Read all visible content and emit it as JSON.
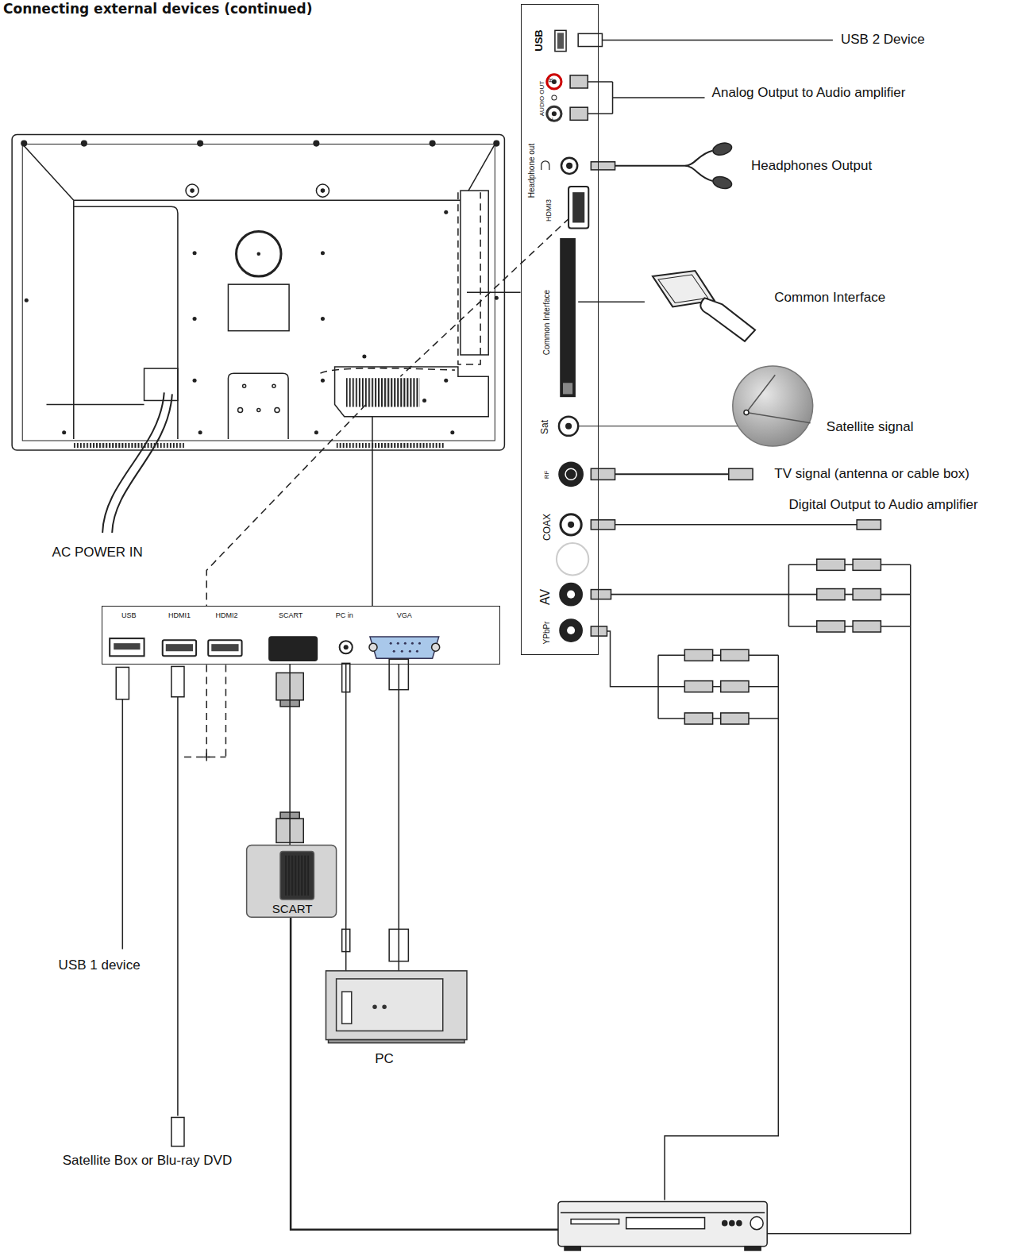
{
  "diagram": {
    "title": "Connecting external devices (continued)",
    "nodes": [
      {
        "text": [
          "USB",
          "R",
          "L",
          "AUDIO OUT",
          "Headphone out",
          "HDMI3",
          "Common Interface",
          "Sat",
          "RF",
          "COAX",
          "AV",
          "YPbPr"
        ]
      },
      {
        "text": [
          "USB",
          "HDMI1",
          "HDMI2",
          "SCART",
          "PC in",
          "VGA"
        ]
      },
      {
        "text": [
          "SCART"
        ]
      },
      {
        "text": [
          "PC"
        ]
      }
    ],
    "edges": [
      {
        "from": 1,
        "to": 2,
        "arrow": "none"
      },
      {
        "from": 1,
        "to": 3,
        "arrow": "none"
      },
      {
        "from": 1,
        "to": 3,
        "arrow": "none"
      }
    ],
    "labels": [
      "USB 2 Device",
      "Analog Output to Audio amplifier",
      "Headphones Output",
      "Common Interface",
      "Satellite signal",
      "TV signal (antenna or cable box)",
      "Digital Output to Audio amplifier",
      "AC POWER IN",
      "USB 1 device",
      "Satellite Box or Blu-ray DVD"
    ]
  }
}
